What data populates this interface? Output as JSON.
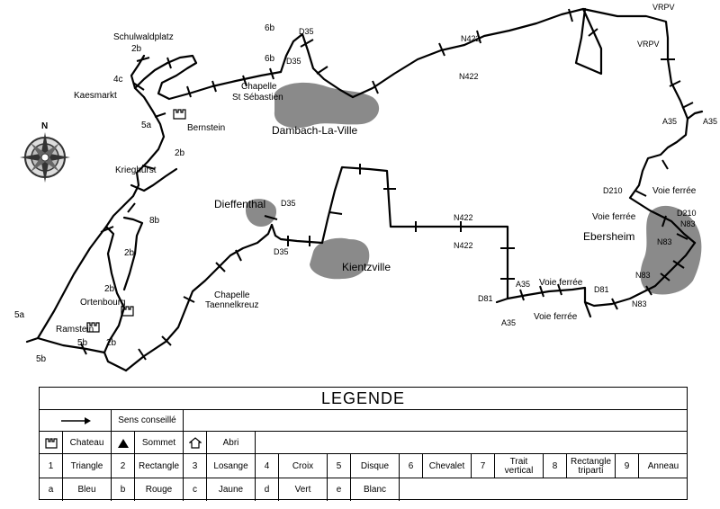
{
  "map": {
    "places": {
      "schulwaldplatz": "Schulwaldplatz",
      "kaesmarkt": "Kaesmarkt",
      "bernstein": "Bernstein",
      "krieghurst": "Krieghurst",
      "ortenbourg": "Ortenbourg",
      "ramstein": "Ramstein",
      "chapelle_st_sebastien_1": "Chapelle",
      "chapelle_st_sebastien_2": "St Sébastien",
      "dambach": "Dambach-La-Ville",
      "dieffenthal": "Dieffenthal",
      "kientzville": "Kientzville",
      "chapelle_taennelkreuz_1": "Chapelle",
      "chapelle_taennelkreuz_2": "Taennelkreuz",
      "ebersheim": "Ebersheim"
    },
    "compass_north": "N",
    "trail_marks": {
      "m1": "2b",
      "m2": "4c",
      "m3": "5a",
      "m4": "2b",
      "m5": "8b",
      "m6": "2b",
      "m7": "2b",
      "m8": "5a",
      "m9": "5b",
      "m10": "2b",
      "m11": "5b",
      "m12": "6b",
      "m13": "6b"
    },
    "roads": {
      "d35_a": "D35",
      "d35_b": "D35",
      "d35_c": "D35",
      "d35_d": "D35",
      "n422_a": "N422",
      "n422_b": "N422",
      "n422_c": "N422",
      "n422_d": "N422",
      "vrpv_a": "VRPV",
      "vrpv_b": "VRPV",
      "a35_a": "A35",
      "a35_b": "A35",
      "a35_c": "A35",
      "a35_d": "A35",
      "d210_a": "D210",
      "d210_b": "D210",
      "vf_a": "Voie ferrée",
      "vf_b": "Voie ferrée",
      "vf_c": "Voie ferrée",
      "vf_d": "Voie ferrée",
      "n83_a": "N83",
      "n83_b": "N83",
      "n83_c": "N83",
      "n83_d": "N83",
      "d81_a": "D81",
      "d81_b": "D81"
    }
  },
  "legend": {
    "title": "LEGENDE",
    "sens_conseille": "Sens conseillé",
    "chateau": "Chateau",
    "sommet": "Sommet",
    "abri": "Abri",
    "shapes": [
      {
        "num": "1",
        "label": "Triangle"
      },
      {
        "num": "2",
        "label": "Rectangle"
      },
      {
        "num": "3",
        "label": "Losange"
      },
      {
        "num": "4",
        "label": "Croix"
      },
      {
        "num": "5",
        "label": "Disque"
      },
      {
        "num": "6",
        "label": "Chevalet"
      },
      {
        "num": "7",
        "label": "Trait vertical"
      },
      {
        "num": "8",
        "label": "Rectangle tripartí"
      },
      {
        "num": "9",
        "label": "Anneau"
      }
    ],
    "colors": [
      {
        "key": "a",
        "label": "Bleu"
      },
      {
        "key": "b",
        "label": "Rouge"
      },
      {
        "key": "c",
        "label": "Jaune"
      },
      {
        "key": "d",
        "label": "Vert"
      },
      {
        "key": "e",
        "label": "Blanc"
      }
    ]
  }
}
